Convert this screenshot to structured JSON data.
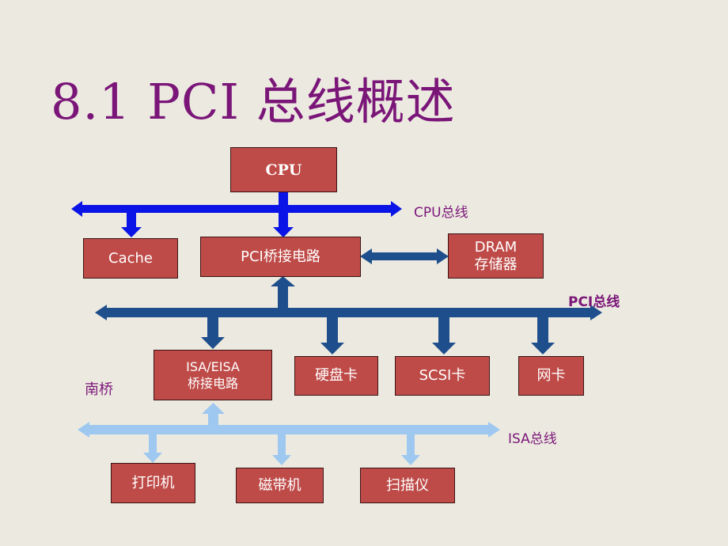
{
  "title": "8.1  PCI 总线概述",
  "boxes": {
    "cpu": "CPU",
    "cache": "Cache",
    "pci_bridge": "PCI桥接电路",
    "dram_line1": "DRAM",
    "dram_line2": "存储器",
    "isa_bridge_line1": "ISA/EISA",
    "isa_bridge_line2": "桥接电路",
    "hdd_card": "硬盘卡",
    "scsi_card": "SCSI卡",
    "net_card": "网卡",
    "printer": "打印机",
    "tape_drive": "磁带机",
    "scanner": "扫描仪"
  },
  "labels": {
    "cpu_bus": "CPU总线",
    "pci_bus": "PCI总线",
    "isa_bus": "ISA总线",
    "south_bridge": "南桥"
  },
  "colors": {
    "background": "#ECEAE0",
    "title": "#7B1679",
    "box_fill": "#BE4B48",
    "cpu_bus": "#0A14E6",
    "pci_bus": "#1F4E8C",
    "isa_bus": "#9EC8F0"
  }
}
